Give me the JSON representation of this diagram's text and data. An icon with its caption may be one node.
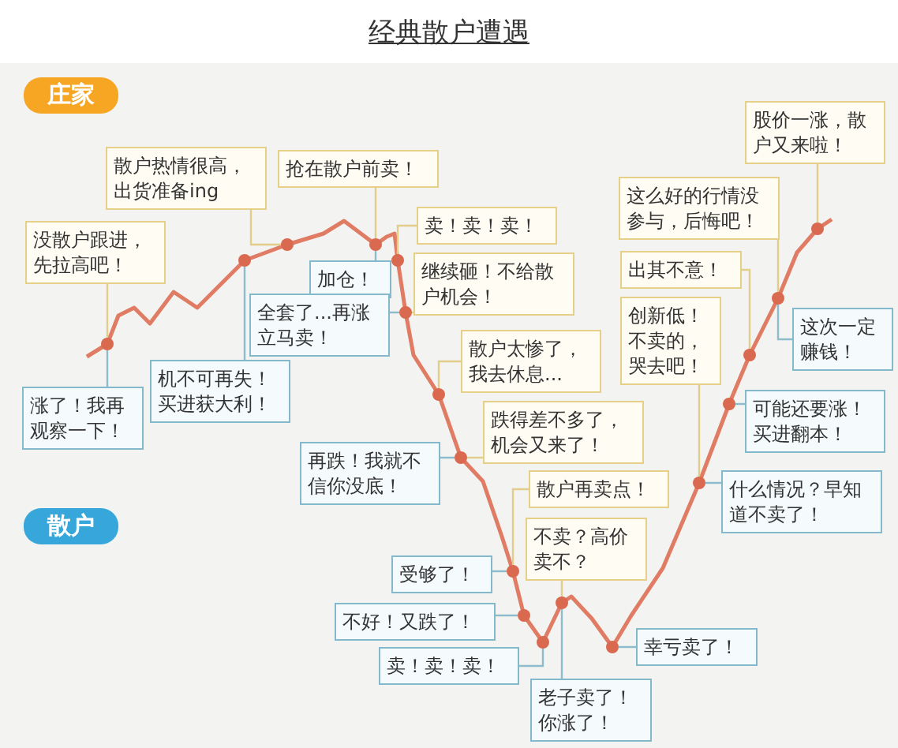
{
  "diagram": {
    "title": "经典散户遭遇",
    "nodes": [
      {
        "text": [
          "庄家"
        ]
      },
      {
        "text": [
          "没散户跟进，先拉高吧！"
        ]
      },
      {
        "text": [
          "散户热情很高，出货准备ing"
        ]
      },
      {
        "text": [
          "抢在散户前卖！"
        ]
      },
      {
        "text": [
          "卖！卖！卖！"
        ]
      },
      {
        "text": [
          "继续砸！不给散户机会！"
        ]
      },
      {
        "text": [
          "散户太惨了，我去休息..."
        ]
      },
      {
        "text": [
          "跌得差不多了，机会又来了！"
        ]
      },
      {
        "text": [
          "散户再卖点！"
        ]
      },
      {
        "text": [
          "不卖？高价卖不？"
        ]
      },
      {
        "text": [
          "出其不意！"
        ]
      },
      {
        "text": [
          "创新低！不卖的，哭去吧！"
        ]
      },
      {
        "text": [
          "这么好的行情没参与，后悔吧！"
        ]
      },
      {
        "text": [
          "股价一涨，散户又来啦！"
        ]
      },
      {
        "text": [
          "散户"
        ]
      },
      {
        "text": [
          "加仓！"
        ]
      },
      {
        "text": [
          "全套了...再涨立马卖！"
        ]
      },
      {
        "text": [
          "机不可再失！买进获大利！"
        ]
      },
      {
        "text": [
          "涨了！我再观察一下！"
        ]
      },
      {
        "text": [
          "再跌！我就不信你没底！"
        ]
      },
      {
        "text": [
          "受够了！"
        ]
      },
      {
        "text": [
          "不好！又跌了！"
        ]
      },
      {
        "text": [
          "卖！卖！卖！"
        ]
      },
      {
        "text": [
          "老子卖了！你涨了！"
        ]
      },
      {
        "text": [
          "幸亏卖了！"
        ]
      },
      {
        "text": [
          "什么情况？早知道不卖了！"
        ]
      },
      {
        "text": [
          "可能还要涨！买进翻本！"
        ]
      },
      {
        "text": [
          "这次一定赚钱！"
        ]
      },
      {
        "text": [],
        "shape": "circle"
      },
      {
        "text": [],
        "shape": "circle"
      },
      {
        "text": [],
        "shape": "circle"
      },
      {
        "text": [],
        "shape": "circle"
      },
      {
        "text": [],
        "shape": "circle"
      },
      {
        "text": [],
        "shape": "circle"
      },
      {
        "text": [],
        "shape": "circle"
      },
      {
        "text": [],
        "shape": "circle"
      },
      {
        "text": [],
        "shape": "circle"
      },
      {
        "text": [],
        "shape": "circle"
      },
      {
        "text": [],
        "shape": "circle"
      },
      {
        "text": [],
        "shape": "circle"
      },
      {
        "text": [],
        "shape": "circle"
      },
      {
        "text": [],
        "shape": "circle"
      },
      {
        "text": [],
        "shape": "circle"
      },
      {
        "text": [],
        "shape": "circle"
      },
      {
        "text": [],
        "shape": "circle"
      },
      {
        "text": [],
        "shape": "circle"
      }
    ],
    "edges": [
      {
        "from": 1,
        "to": 28,
        "arrow": "none"
      },
      {
        "from": 2,
        "to": 30,
        "arrow": "none"
      },
      {
        "from": 3,
        "to": 31,
        "arrow": "none"
      },
      {
        "from": 4,
        "to": 32,
        "arrow": "none"
      },
      {
        "from": 5,
        "to": 33,
        "arrow": "none"
      },
      {
        "from": 6,
        "to": 34,
        "arrow": "none"
      },
      {
        "from": 7,
        "to": 35,
        "arrow": "none"
      },
      {
        "from": 8,
        "to": 36,
        "arrow": "none"
      },
      {
        "from": 9,
        "to": 39,
        "arrow": "none"
      },
      {
        "from": 10,
        "to": 43,
        "arrow": "none"
      },
      {
        "from": 11,
        "to": 41,
        "arrow": "none"
      },
      {
        "from": 12,
        "to": 44,
        "arrow": "none"
      },
      {
        "from": 13,
        "to": 45,
        "arrow": "none"
      },
      {
        "from": 15,
        "to": 31,
        "arrow": "none"
      },
      {
        "from": 16,
        "to": 33,
        "arrow": "none"
      },
      {
        "from": 17,
        "to": 29,
        "arrow": "none"
      },
      {
        "from": 18,
        "to": 28,
        "arrow": "none"
      },
      {
        "from": 19,
        "to": 35,
        "arrow": "none"
      },
      {
        "from": 20,
        "to": 36,
        "arrow": "none"
      },
      {
        "from": 21,
        "to": 37,
        "arrow": "none"
      },
      {
        "from": 22,
        "to": 38,
        "arrow": "none"
      },
      {
        "from": 23,
        "to": 39,
        "arrow": "none"
      },
      {
        "from": 24,
        "to": 40,
        "arrow": "none"
      },
      {
        "from": 25,
        "to": 41,
        "arrow": "none"
      },
      {
        "from": 26,
        "to": 42,
        "arrow": "none"
      },
      {
        "from": 27,
        "to": 44,
        "arrow": "none"
      }
    ]
  }
}
